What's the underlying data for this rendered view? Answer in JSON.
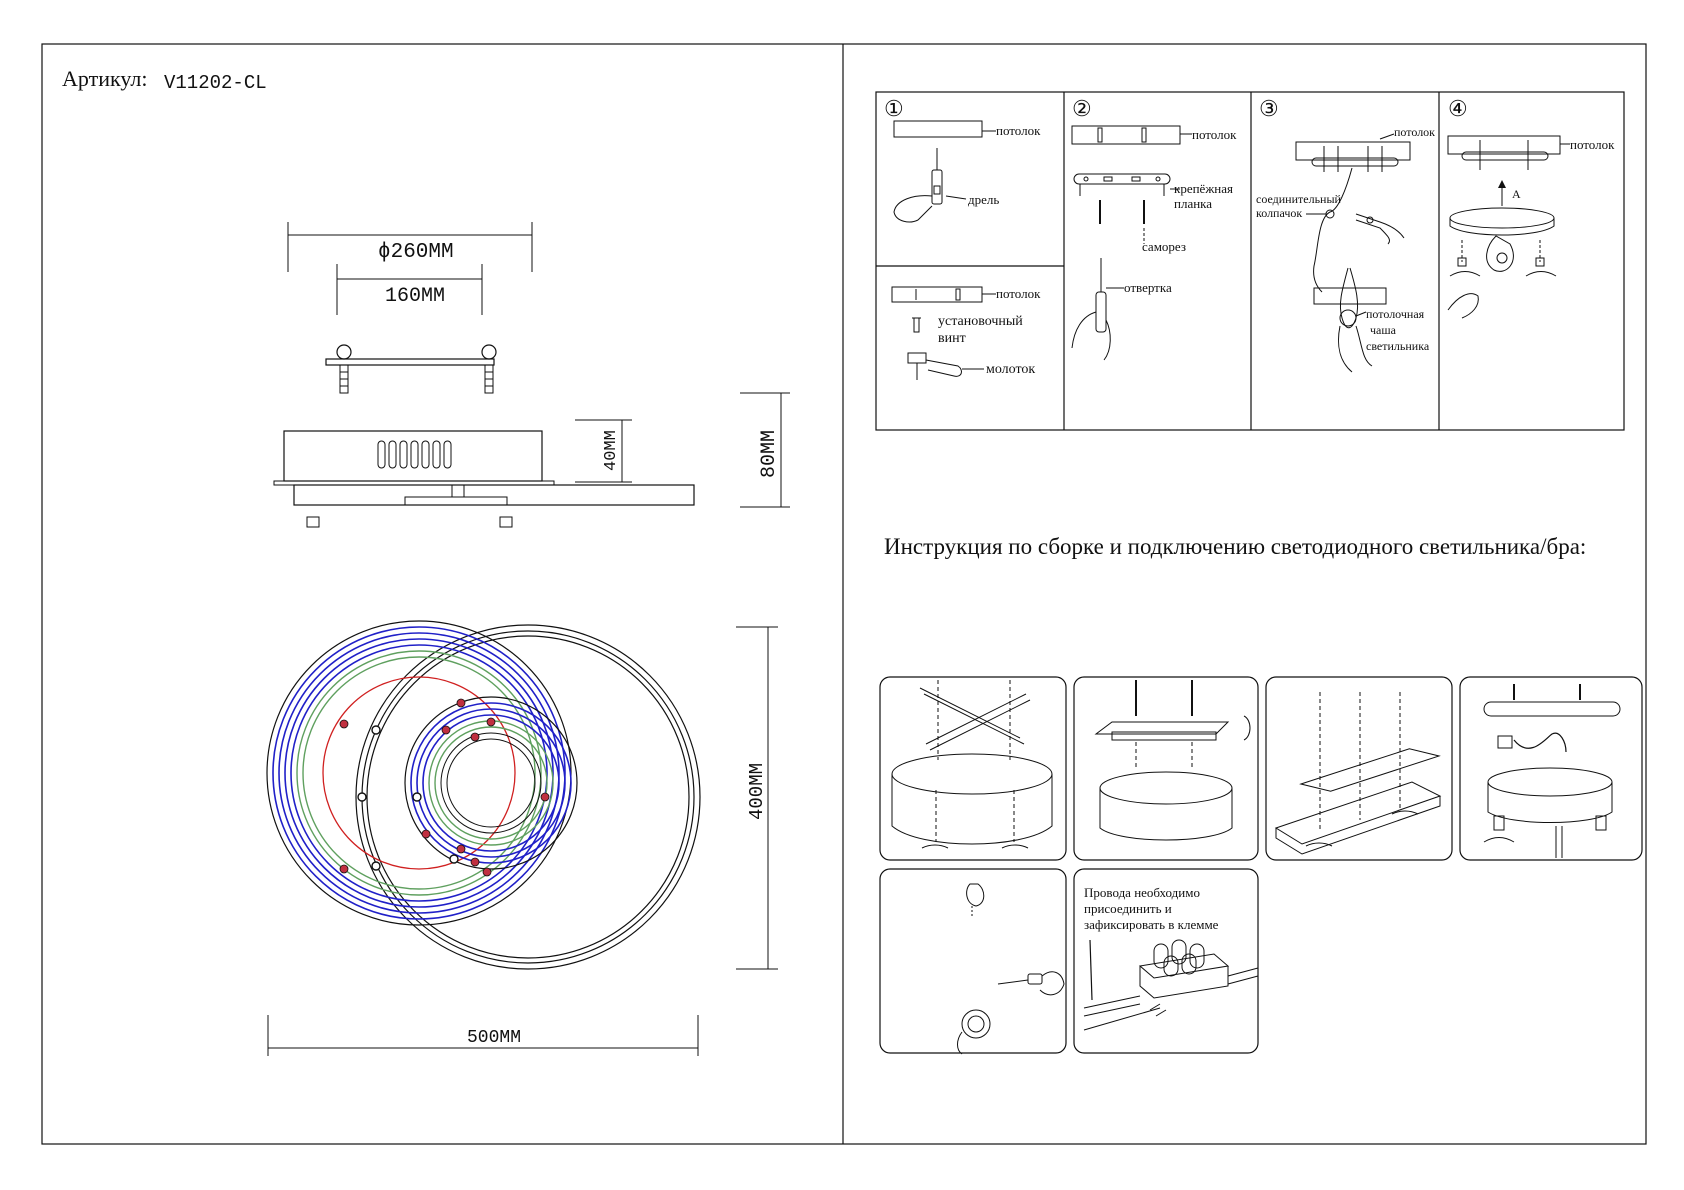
{
  "header": {
    "article_label": "Артикул:",
    "article_code": "V11202-CL"
  },
  "dimensions": {
    "diameter": "ϕ260MM",
    "mount_width": "160MM",
    "depth": "40MM",
    "height": "80MM",
    "ring_height": "400MM",
    "total_width": "500MM"
  },
  "title": "Инструкция по сборке и подключению светодиодного светильника/бра:",
  "steps": [
    {
      "number": "①",
      "labels": {
        "ceiling_a": "потолок",
        "drill": "дрель",
        "ceiling_b": "потолок",
        "screw_1": "установочный",
        "screw_2": "винт",
        "hammer": "молоток"
      }
    },
    {
      "number": "②",
      "labels": {
        "ceiling": "потолок",
        "plate_1": "крепёжная",
        "plate_2": "планка",
        "self_tap": "саморез",
        "screwdriver": "отвертка"
      }
    },
    {
      "number": "③",
      "labels": {
        "ceiling": "потолок",
        "connector_1": "соединительный",
        "connector_2": "колпачок",
        "cup_1": "потолочная",
        "cup_2": "чаша",
        "cup_3": "светильника"
      }
    },
    {
      "number": "④",
      "labels": {
        "ceiling": "потолок",
        "arrow": "A"
      }
    }
  ],
  "wiring_note": [
    "Провода необходимо",
    "присоединить и",
    "зафиксировать в клемме"
  ],
  "colors": {
    "line": "#111111",
    "blue": "#2020c8",
    "green": "#5fa05f",
    "red": "#d02020",
    "dot": "#c03040"
  }
}
